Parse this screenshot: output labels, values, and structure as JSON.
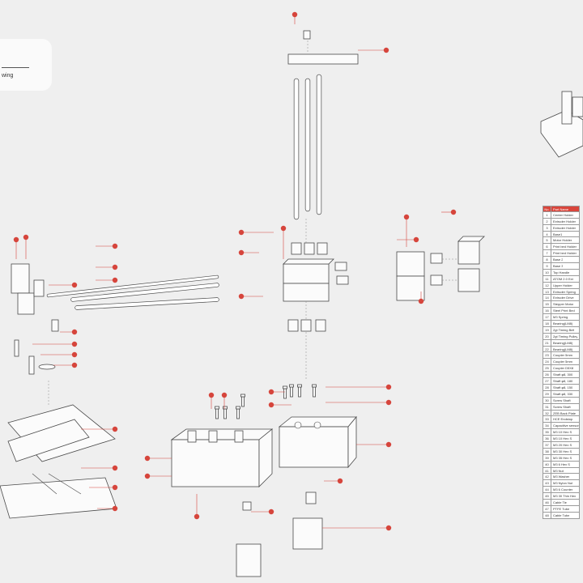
{
  "title": {
    "subtitle": "wing"
  },
  "parts_table": {
    "header": {
      "no": "No.",
      "name": "Part Name"
    },
    "rows": [
      {
        "no": "1",
        "name": "Center Holder"
      },
      {
        "no": "2",
        "name": "Extruder Holder"
      },
      {
        "no": "3",
        "name": "Extruder Holder"
      },
      {
        "no": "4",
        "name": "Base1"
      },
      {
        "no": "5",
        "name": "Motor Holder"
      },
      {
        "no": "6",
        "name": "Print bed Holder"
      },
      {
        "no": "7",
        "name": "Print bed Holder"
      },
      {
        "no": "8",
        "name": "Base 2"
      },
      {
        "no": "9",
        "name": "Base 3"
      },
      {
        "no": "10",
        "name": "Top Handle"
      },
      {
        "no": "11",
        "name": "ATOM 2.0 Ext"
      },
      {
        "no": "12",
        "name": "Upper Holder"
      },
      {
        "no": "13",
        "name": "Extruder Spring"
      },
      {
        "no": "14",
        "name": "Extruder Drive"
      },
      {
        "no": "15",
        "name": "Stepper Motor"
      },
      {
        "no": "16",
        "name": "Steel Print Bed"
      },
      {
        "no": "17",
        "name": "M3 Spring"
      },
      {
        "no": "18",
        "name": "Bearing(LM8)"
      },
      {
        "no": "19",
        "name": "2gt Timing Belt"
      },
      {
        "no": "20",
        "name": "2gt Timing Pulley"
      },
      {
        "no": "21",
        "name": "Bearing(LM8)"
      },
      {
        "no": "22",
        "name": "Bearing(LM8)"
      },
      {
        "no": "23",
        "name": "Coupler 5mm"
      },
      {
        "no": "24",
        "name": "Coupler 5mm"
      },
      {
        "no": "25",
        "name": "Coupler D5X8"
      },
      {
        "no": "26",
        "name": "Shaft φ8, 300"
      },
      {
        "no": "27",
        "name": "Shaft φ8, 180"
      },
      {
        "no": "28",
        "name": "Shaft φ8, 150"
      },
      {
        "no": "29",
        "name": "Shaft φ8, 330"
      },
      {
        "no": "30",
        "name": "Screw Shaft"
      },
      {
        "no": "31",
        "name": "Screw Shaft"
      },
      {
        "no": "32",
        "name": "ZEB Back Plate"
      },
      {
        "no": "33",
        "name": "HCE Endstop"
      },
      {
        "no": "34",
        "name": "Capacitive sensor"
      },
      {
        "no": "35",
        "name": "M3 10 Hex S"
      },
      {
        "no": "36",
        "name": "M3 10 Hex S"
      },
      {
        "no": "37",
        "name": "M3 20 Hex S"
      },
      {
        "no": "38",
        "name": "M3 30 Hex S"
      },
      {
        "no": "39",
        "name": "M3 35 Hex S"
      },
      {
        "no": "40",
        "name": "M3 6 Hex S"
      },
      {
        "no": "41",
        "name": "M3 Nut"
      },
      {
        "no": "42",
        "name": "M3 Washer"
      },
      {
        "no": "43",
        "name": "M3 Nylon Nut"
      },
      {
        "no": "44",
        "name": "M3 6 Counter"
      },
      {
        "no": "45",
        "name": "M3 30 Thin Hex"
      },
      {
        "no": "46",
        "name": "Cable Tie"
      },
      {
        "no": "47",
        "name": "PTFE Tube"
      },
      {
        "no": "48",
        "name": "Cable Tube"
      }
    ]
  }
}
